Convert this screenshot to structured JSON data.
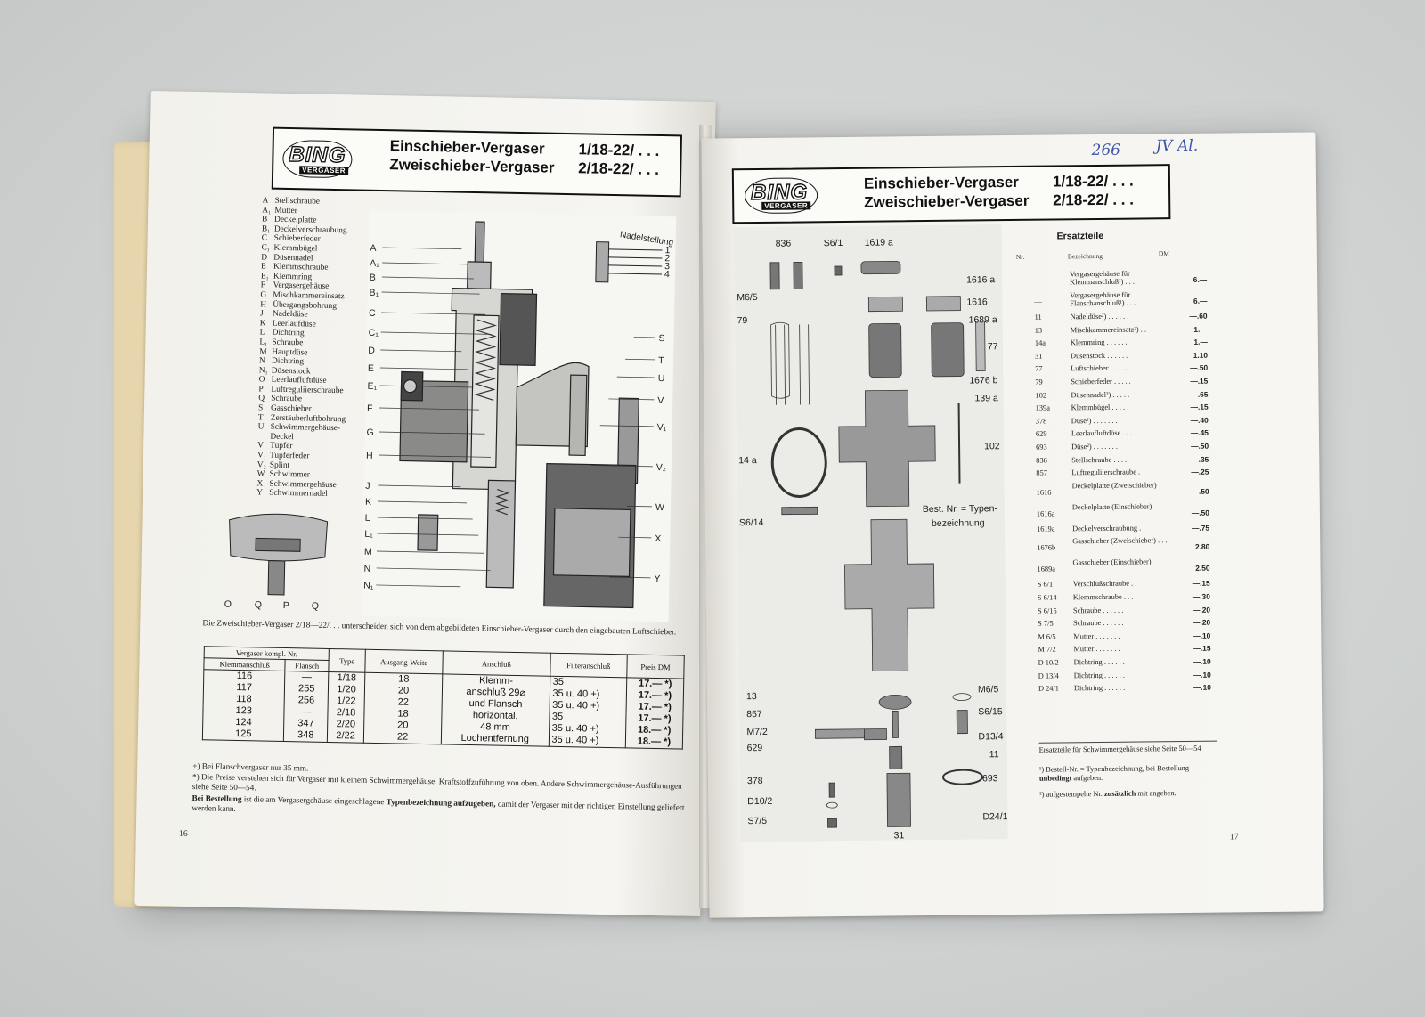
{
  "left_page": {
    "logo_main": "BING",
    "logo_sub": "VERGASER",
    "title_line1": "Einschieber-Vergaser",
    "title_line2": "Zweischieber-Vergaser",
    "type_line1": "1/18-22/ . . .",
    "type_line2": "2/18-22/ . . .",
    "legend": [
      {
        "k": "A",
        "t": "Stellschraube"
      },
      {
        "k": "A₁",
        "t": "Mutter"
      },
      {
        "k": "B",
        "t": "Deckelplatte"
      },
      {
        "k": "B₁",
        "t": "Deckelverschraubung"
      },
      {
        "k": "C",
        "t": "Schieberfeder"
      },
      {
        "k": "C₁",
        "t": "Klemmbügel"
      },
      {
        "k": "D",
        "t": "Düsennadel"
      },
      {
        "k": "E",
        "t": "Klemmschraube"
      },
      {
        "k": "E₁",
        "t": "Klemmring"
      },
      {
        "k": "F",
        "t": "Vergasergehäuse"
      },
      {
        "k": "G",
        "t": "Mischkammereinsatz"
      },
      {
        "k": "H",
        "t": "Übergangsbohrung"
      },
      {
        "k": "J",
        "t": "Nadeldüse"
      },
      {
        "k": "K",
        "t": "Leerlaufdüse"
      },
      {
        "k": "L",
        "t": "Dichtring"
      },
      {
        "k": "L₁",
        "t": "Schraube"
      },
      {
        "k": "M",
        "t": "Hauptdüse"
      },
      {
        "k": "N",
        "t": "Dichtring"
      },
      {
        "k": "N₁",
        "t": "Düsenstock"
      },
      {
        "k": "O",
        "t": "Leerlaufluftdüse"
      },
      {
        "k": "P",
        "t": "Luftreguliierschraube"
      },
      {
        "k": "Q",
        "t": "Schraube"
      },
      {
        "k": "S",
        "t": "Gasschieber"
      },
      {
        "k": "T",
        "t": "Zerstäuberluftbohrung"
      },
      {
        "k": "U",
        "t": "Schwimmergehäuse-"
      },
      {
        "k": "",
        "t": "Deckel"
      },
      {
        "k": "V",
        "t": "Tupfer"
      },
      {
        "k": "V₁",
        "t": "Tupferfeder"
      },
      {
        "k": "V₂",
        "t": "Splint"
      },
      {
        "k": "W",
        "t": "Schwimmer"
      },
      {
        "k": "X",
        "t": "Schwimmergehäuse"
      },
      {
        "k": "Y",
        "t": "Schwimmernadel"
      }
    ],
    "nadel_label": "Nadelstellung",
    "nadel_positions": [
      "1",
      "2",
      "3",
      "4"
    ],
    "left_labels": [
      "A",
      "A₁",
      "B",
      "B₁",
      "C",
      "C₁",
      "D",
      "E",
      "E₁",
      "F",
      "G",
      "H",
      "J",
      "K",
      "L",
      "L₁",
      "M",
      "N",
      "N₁"
    ],
    "right_labels": [
      "S",
      "T",
      "U",
      "V",
      "V₁",
      "V₂",
      "W",
      "X",
      "Y"
    ],
    "small_labels": [
      "O",
      "Q",
      "P",
      "Q"
    ],
    "caption": "Die Zweischieber-Vergaser 2/18—22/. . . unterscheiden sich von dem abgebildeten Einschieber-Vergaser durch den eingebauten Luftschieber.",
    "table": {
      "group_header": "Vergaser kompl. Nr.",
      "headers": [
        "Klemmanschluß",
        "Flansch",
        "Type",
        "Ausgang-Weite",
        "Anschluß",
        "Filteranschluß",
        "Preis DM"
      ],
      "klemm": [
        "116",
        "117",
        "118",
        "123",
        "124",
        "125"
      ],
      "flansch": [
        "—",
        "255",
        "256",
        "—",
        "347",
        "348"
      ],
      "type": [
        "1/18",
        "1/20",
        "1/22",
        "2/18",
        "2/20",
        "2/22"
      ],
      "weite": [
        "18",
        "20",
        "22",
        "18",
        "20",
        "22"
      ],
      "anschluss": [
        "Klemm-",
        "anschluß 29⌀",
        "und Flansch",
        "horizontal,",
        "48 mm",
        "Lochentfernung"
      ],
      "filter": [
        "35",
        "35 u. 40 +)",
        "35 u. 40 +)",
        "35",
        "35 u. 40 +)",
        "35 u. 40 +)"
      ],
      "preis": [
        "17.— *)",
        "17.— *)",
        "17.— *)",
        "17.— *)",
        "18.— *)",
        "18.— *)"
      ]
    },
    "footnotes": [
      "+) Bei Flanschvergaser nur 35 mm.",
      "*) Die Preise verstehen sich für Vergaser mit kleinem Schwimmergehäuse, Kraftstoffzuführung von oben. Andere Schwimmergehäuse-Ausführungen siehe Seite 50—54."
    ],
    "bestellung_bold": "Bei Bestellung",
    "bestellung_text1": " ist die am Vergasergehäuse eingeschlagene ",
    "bestellung_bold2": "Typenbezeichnung aufzugeben,",
    "bestellung_text2": " damit der Vergaser mit der richtigen Einstellung geliefert werden kann.",
    "page_number": "16"
  },
  "right_page": {
    "handwriting": "266",
    "handwriting2": "JV Al.",
    "logo_main": "BING",
    "logo_sub": "VERGASER",
    "title_line1": "Einschieber-Vergaser",
    "title_line2": "Zweischieber-Vergaser",
    "type_line1": "1/18-22/ . . .",
    "type_line2": "2/18-22/ . . .",
    "part_labels": {
      "p836": "836",
      "p61": "S6/1",
      "p1619a": "1619 a",
      "p1616a": "1616 a",
      "p1616": "1616",
      "p1689a": "1689 a",
      "pM65": "M6/5",
      "p79": "79",
      "p77": "77",
      "p1676b": "1676 b",
      "p139a": "139 a",
      "p102": "102",
      "p14a": "14 a",
      "pS614": "S6/14",
      "pbest1": "Best. Nr. = Typen-",
      "pbest2": "bezeichnung",
      "p13": "13",
      "p857": "857",
      "pM72": "M7/2",
      "p629": "629",
      "p378": "378",
      "pD102": "D10/2",
      "pS75": "S7/5",
      "pM65b": "M6/5",
      "pS615": "S6/15",
      "pD134": "D13/4",
      "p11": "11",
      "p693": "693",
      "pD241": "D24/1",
      "p31": "31"
    },
    "ersatz_title": "Ersatzteile",
    "ersatz_headers": [
      "Nr.",
      "Bezeichnung",
      "DM"
    ],
    "ersatz": [
      {
        "nr": "—",
        "bz": "Vergasergehäuse für Klemmanschluß¹) . . .",
        "dm": "6.—"
      },
      {
        "nr": "—",
        "bz": "Vergasergehäuse für Flanschanschluß¹) . . .",
        "dm": "6.—"
      },
      {
        "nr": "11",
        "bz": "Nadeldüse²) . . . . . .",
        "dm": "—.60"
      },
      {
        "nr": "13",
        "bz": "Mischkammereinsatz²) . .",
        "dm": "1.—"
      },
      {
        "nr": "14a",
        "bz": "Klemmring . . . . . .",
        "dm": "1.—"
      },
      {
        "nr": "31",
        "bz": "Düsenstock . . . . . .",
        "dm": "1.10"
      },
      {
        "nr": "77",
        "bz": "Luftschieber . . . . .",
        "dm": "—.50"
      },
      {
        "nr": "79",
        "bz": "Schieberfeder . . . . .",
        "dm": "—.15"
      },
      {
        "nr": "102",
        "bz": "Düsennadel²) . . . . .",
        "dm": "—.65"
      },
      {
        "nr": "139a",
        "bz": "Klemmbügel . . . . .",
        "dm": "—.15"
      },
      {
        "nr": "378",
        "bz": "Düse²) . . . . . . .",
        "dm": "—.40"
      },
      {
        "nr": "629",
        "bz": "Leerlaufluftdüse . . .",
        "dm": "—.45"
      },
      {
        "nr": "693",
        "bz": "Düse²) . . . . . . .",
        "dm": "—.50"
      },
      {
        "nr": "836",
        "bz": "Stellschraube . . . .",
        "dm": "—.35"
      },
      {
        "nr": "857",
        "bz": "Luftreguliierschraube .",
        "dm": "—.25"
      },
      {
        "nr": "1616",
        "bz": "Deckelplatte (Zweischieber)",
        "dm": "—.50"
      },
      {
        "nr": "1616a",
        "bz": "Deckelplatte (Einschieber)",
        "dm": "—.50"
      },
      {
        "nr": "1619a",
        "bz": "Deckelverschraubung .",
        "dm": "—.75"
      },
      {
        "nr": "1676b",
        "bz": "Gasschieber (Zweischieber) . . .",
        "dm": "2.80"
      },
      {
        "nr": "1689a",
        "bz": "Gasschieber (Einschieber)",
        "dm": "2.50"
      },
      {
        "nr": "S 6/1",
        "bz": "Verschlußschraube . .",
        "dm": "—.15"
      },
      {
        "nr": "S 6/14",
        "bz": "Klemmschraube . . .",
        "dm": "—.30"
      },
      {
        "nr": "S 6/15",
        "bz": "Schraube . . . . . .",
        "dm": "—.20"
      },
      {
        "nr": "S 7/5",
        "bz": "Schraube . . . . . .",
        "dm": "—.20"
      },
      {
        "nr": "M 6/5",
        "bz": "Mutter . . . . . . .",
        "dm": "—.10"
      },
      {
        "nr": "M 7/2",
        "bz": "Mutter . . . . . . .",
        "dm": "—.15"
      },
      {
        "nr": "D 10/2",
        "bz": "Dichtring . . . . . .",
        "dm": "—.10"
      },
      {
        "nr": "D 13/4",
        "bz": "Dichtring . . . . . .",
        "dm": "—.10"
      },
      {
        "nr": "D 24/1",
        "bz": "Dichtring . . . . . .",
        "dm": "—.10"
      }
    ],
    "note1": "Ersatzteile für Schwimmergehäuse siehe Seite 50—54",
    "note2_a": "¹) Bestell-Nr. = Typenbezeichnung, bei Bestellung ",
    "note2_b": "unbedingt",
    "note2_c": " aufgeben.",
    "note3_a": "²) aufgestempelte Nr. ",
    "note3_b": "zusätzlich",
    "note3_c": " mit angeben.",
    "page_number": "17"
  }
}
